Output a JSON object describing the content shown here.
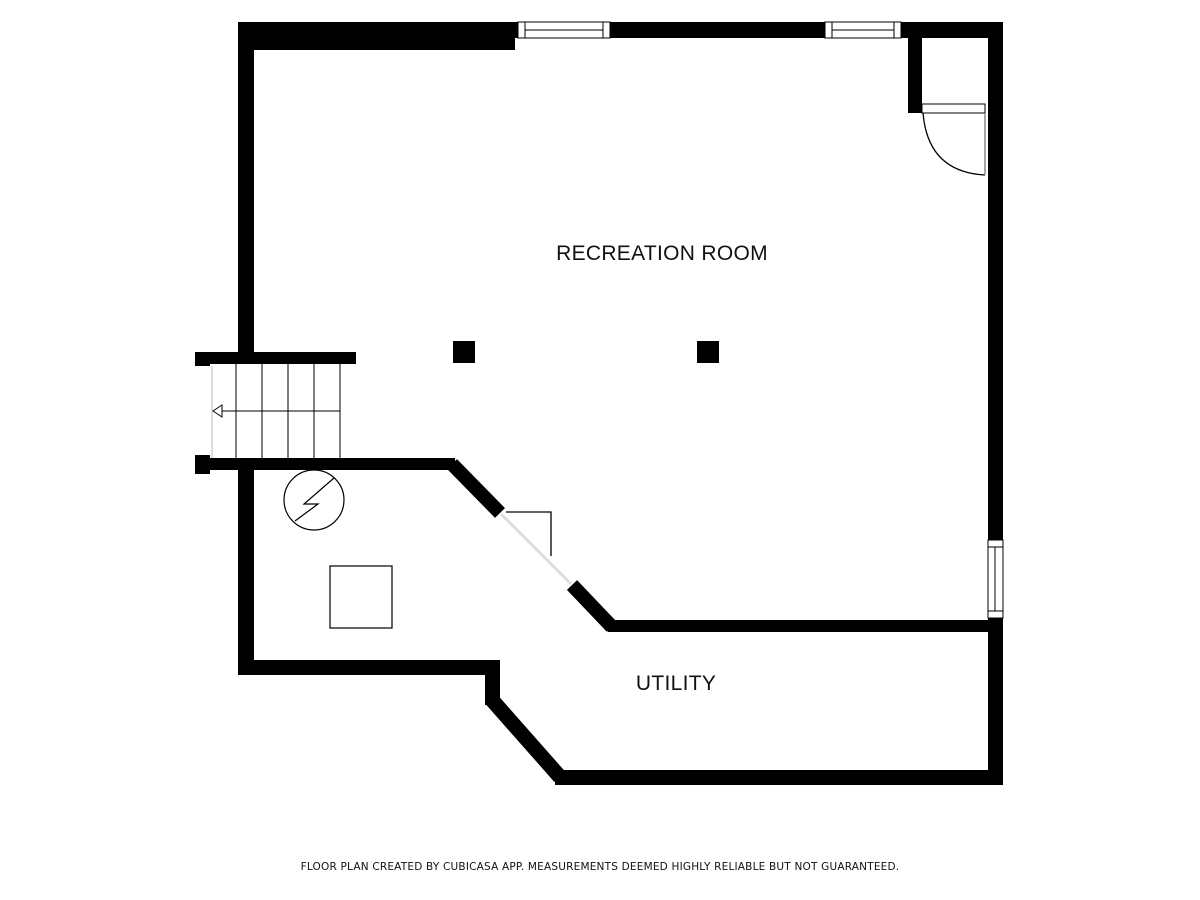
{
  "rooms": {
    "recreation": "RECREATION ROOM",
    "utility": "UTILITY"
  },
  "footer": {
    "disclaimer": "FLOOR PLAN CREATED BY CUBICASA APP. MEASUREMENTS DEEMED HIGHLY RELIABLE BUT NOT GUARANTEED."
  },
  "colors": {
    "wall": "#000000",
    "background": "#ffffff"
  }
}
